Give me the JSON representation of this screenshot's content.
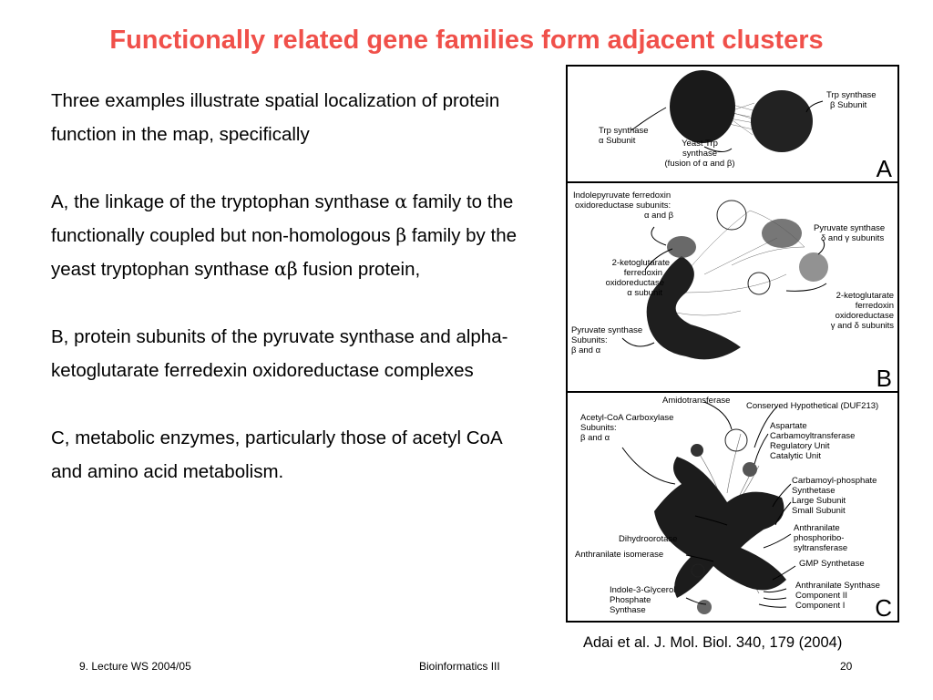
{
  "slide": {
    "title": "Functionally related gene families form adjacent clusters",
    "intro": "Three examples illustrate spatial localization of protein function in the map, specifically",
    "point_a": {
      "part1": "A, the linkage of the tryptophan synthase ",
      "alpha": "α",
      "part2": " family to the functionally coupled but non-homologous ",
      "beta": "β",
      "part3": "  family by the yeast tryptophan synthase ",
      "alphabeta": "αβ",
      "part4": " fusion protein,"
    },
    "point_b": "B, protein subunits of the pyruvate synthase and alpha-ketoglutarate ferredexin oxidoreductase complexes",
    "point_c": "C, metabolic enzymes, particularly those of acetyl CoA and amino acid metabolism.",
    "citation": "Adai et al. J. Mol. Biol. 340, 179 (2004)"
  },
  "figure": {
    "panel_a": {
      "letter": "A",
      "labels": {
        "trp_beta_1": "Trp synthase",
        "trp_beta_2": "β Subunit",
        "trp_alpha_1": "Trp synthase",
        "trp_alpha_2": "α Subunit",
        "yeast_1": "Yeast Trp",
        "yeast_2": "synthase",
        "yeast_3": "(fusion of α and β)"
      }
    },
    "panel_b": {
      "letter": "B",
      "labels": {
        "indo_1": "Indolepyruvate ferredoxin",
        "indo_2": "oxidoreductase subunits:",
        "indo_3": "α and β",
        "pyr_gd_1": "Pyruvate synthase",
        "pyr_gd_2": "δ and γ subunits",
        "kg_a_1": "2-ketoglutarate",
        "kg_a_2": "ferredoxin",
        "kg_a_3": "oxidoreductase",
        "kg_a_4": "α subunit",
        "kg_gd_1": "2-ketoglutarate",
        "kg_gd_2": "ferredoxin",
        "kg_gd_3": "oxidoreductase",
        "kg_gd_4": "γ and δ subunits",
        "pyr_ba_1": "Pyruvate synthase",
        "pyr_ba_2": "Subunits:",
        "pyr_ba_3": "β and α"
      }
    },
    "panel_c": {
      "letter": "C",
      "labels": {
        "amido": "Amidotransferase",
        "duf": "Conserved Hypothetical (DUF213)",
        "acc_1": "Acetyl-CoA Carboxylase",
        "acc_2": "Subunits:",
        "acc_3": "β and α",
        "asp_1": "Aspartate",
        "asp_2": "Carbamoyltransferase",
        "asp_3": "Regulatory Unit",
        "asp_4": "Catalytic Unit",
        "cps_1": "Carbamoyl-phosphate",
        "cps_2": "Synthetase",
        "cps_3": "Large Subunit",
        "cps_4": "Small Subunit",
        "dihydro": "Dihydroorotase",
        "anth_pr_1": "Anthranilate",
        "anth_pr_2": "phosphoribo-",
        "anth_pr_3": "syltransferase",
        "anth_iso": "Anthranilate isomerase",
        "gmp": "GMP Synthetase",
        "igp_1": "Indole-3-Glycerol",
        "igp_2": "Phosphate",
        "igp_3": "Synthase",
        "anth_syn_1": "Anthranilate Synthase",
        "anth_syn_2": "Component II",
        "anth_syn_3": "Component I"
      }
    }
  },
  "footer": {
    "left": "9. Lecture WS 2004/05",
    "center": "Bioinformatics III",
    "right": "20"
  }
}
